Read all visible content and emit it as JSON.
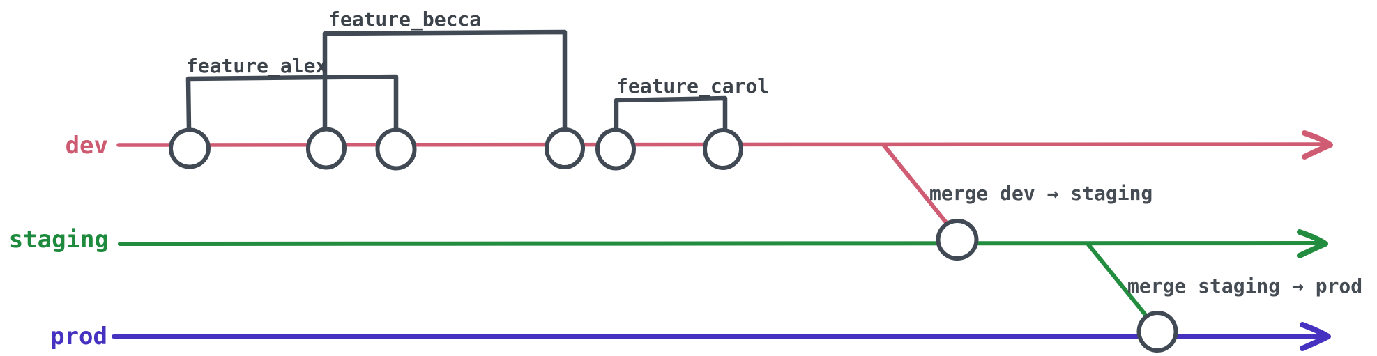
{
  "diagram": {
    "title_semantics": "git branch flow diagram",
    "branches": [
      {
        "id": "dev",
        "label": "dev",
        "color": "#d05c74",
        "commit_count": 6
      },
      {
        "id": "staging",
        "label": "staging",
        "color": "#228c3f",
        "commit_count": 1
      },
      {
        "id": "prod",
        "label": "prod",
        "color": "#4632c0",
        "commit_count": 1
      }
    ],
    "features": [
      {
        "label": "feature_alex",
        "branch": "dev",
        "from_commit": 1,
        "to_commit": 3
      },
      {
        "label": "feature_becca",
        "branch": "dev",
        "from_commit": 2,
        "to_commit": 4
      },
      {
        "label": "feature_carol",
        "branch": "dev",
        "from_commit": 5,
        "to_commit": 6
      }
    ],
    "merges": [
      {
        "label": "merge dev → staging",
        "source": "dev",
        "target": "staging"
      },
      {
        "label": "merge staging → prod",
        "source": "staging",
        "target": "prod"
      }
    ],
    "colors": {
      "dev_line": "#d05c74",
      "staging_line": "#228c3f",
      "prod_line": "#4632c0",
      "node_stroke": "#414a54",
      "label_text": "#3d434b"
    }
  }
}
